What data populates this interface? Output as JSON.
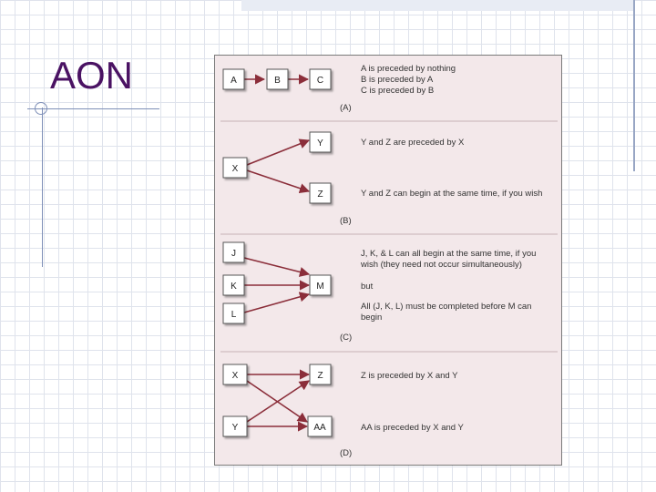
{
  "slide": {
    "title": "AON"
  },
  "panels": {
    "a": {
      "label": "(A)",
      "nodes": {
        "a": "A",
        "b": "B",
        "c": "C"
      },
      "text": [
        "A is preceded by nothing",
        "B is preceded by A",
        "C is preceded by B"
      ]
    },
    "b": {
      "label": "(B)",
      "nodes": {
        "x": "X",
        "y": "Y",
        "z": "Z"
      },
      "text": [
        "Y and Z are preceded by X",
        "Y and Z can begin at the same time, if you wish"
      ]
    },
    "c": {
      "label": "(C)",
      "nodes": {
        "j": "J",
        "k": "K",
        "l": "L",
        "m": "M"
      },
      "text": [
        "J, K, & L can all begin at the same time, if you",
        "wish (they need not occur simultaneously)",
        "but",
        "All (J, K, L) must be completed before M can",
        "begin"
      ]
    },
    "d": {
      "label": "(D)",
      "nodes": {
        "x": "X",
        "y": "Y",
        "z": "Z",
        "aa": "AA"
      },
      "text": [
        "Z is preceded by X and Y",
        "AA is preceded by X and Y"
      ]
    }
  },
  "colors": {
    "arrow": "#8b2e3a",
    "panel_bg": "#f3e8ea",
    "title": "#4a1263"
  }
}
